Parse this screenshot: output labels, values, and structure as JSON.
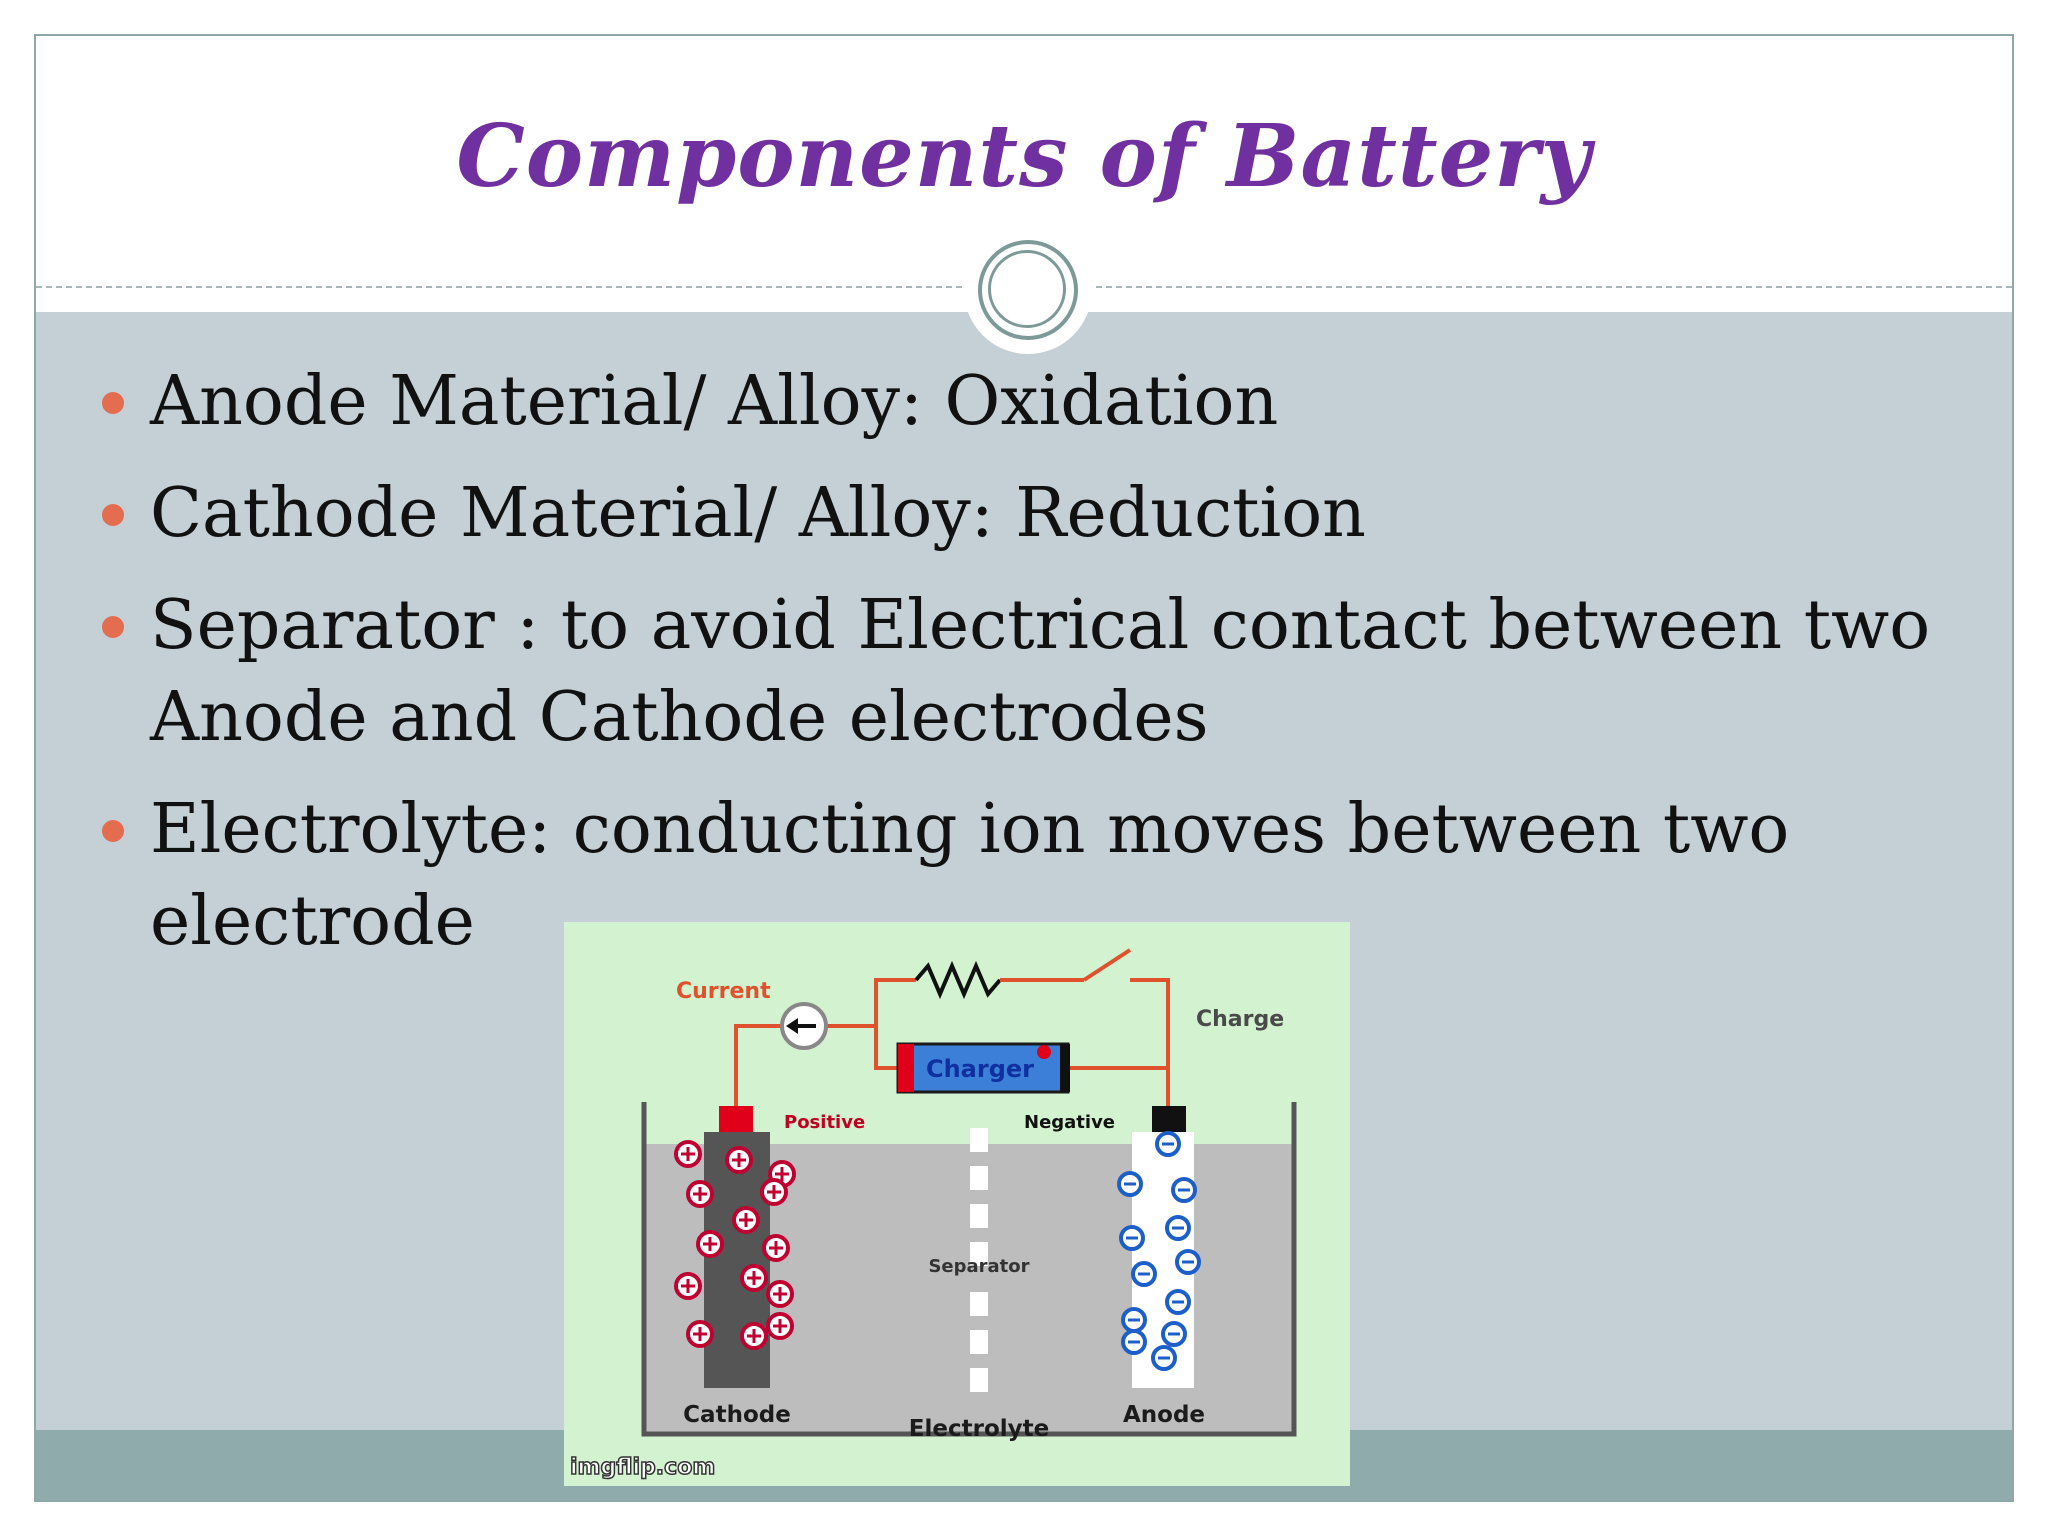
{
  "slide": {
    "title": "Components of Battery",
    "bullets": [
      "Anode Material/ Alloy: Oxidation",
      "Cathode Material/ Alloy: Reduction",
      "Separator : to avoid Electrical contact between two Anode and Cathode electrodes",
      "Electrolyte: conducting ion moves between two electrode"
    ]
  },
  "figure": {
    "labels": {
      "current": "Current",
      "charge": "Charge",
      "charger": "Charger",
      "positive": "Positive",
      "negative": "Negative",
      "separator": "Separator",
      "cathode": "Cathode",
      "electrolyte": "Electrolyte",
      "anode": "Anode",
      "watermark": "imgflip.com"
    },
    "colors": {
      "background": "#d3f2cf",
      "wire": "#e0522e",
      "cathode": "#555555",
      "anode": "#ffffff",
      "electrolyte": "#bdbdbd",
      "positive_terminal": "#e0001a",
      "negative_terminal": "#111111",
      "charger_body": "#3b7fd9"
    }
  },
  "theme": {
    "title_color": "#7030a0",
    "bullet_color": "#e46c4f",
    "content_bg": "#c5d0d6",
    "footer_bg": "#8fabab"
  }
}
